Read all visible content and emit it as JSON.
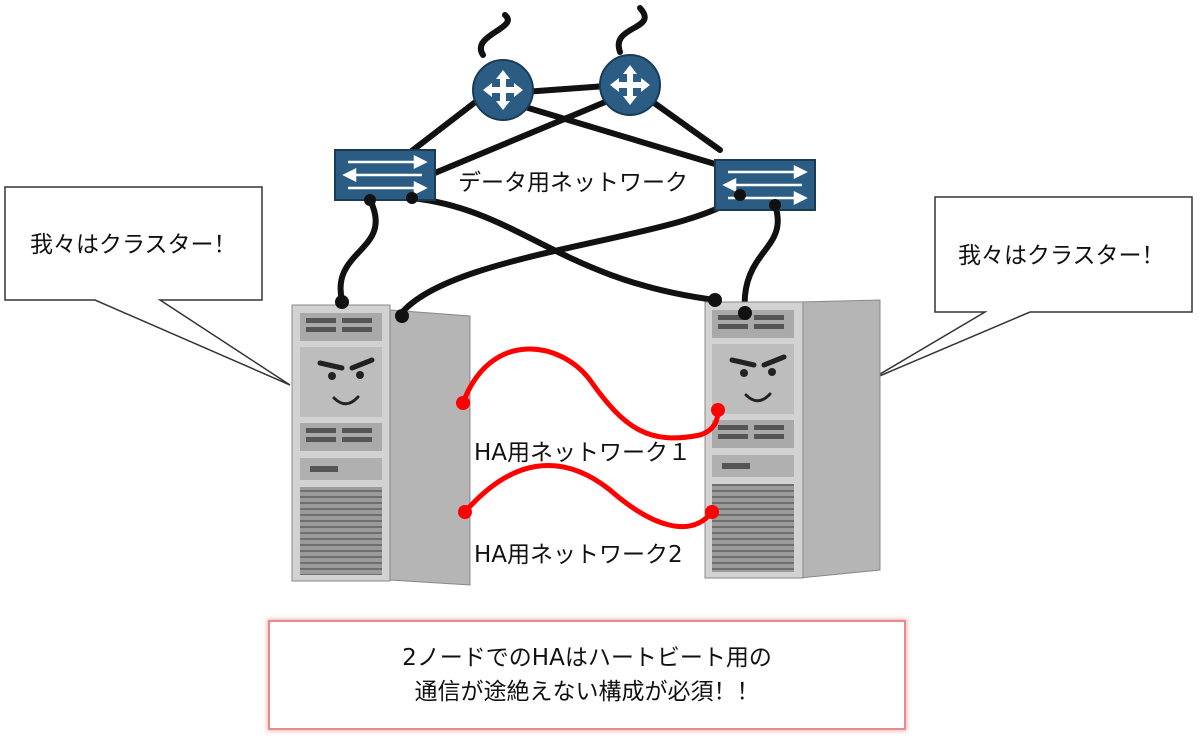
{
  "labels": {
    "data_network": "データ用ネットワーク",
    "ha_network_1": "HA用ネットワーク１",
    "ha_network_2": "HA用ネットワーク2"
  },
  "speech": {
    "left": "我々はクラスター！",
    "right": "我々はクラスター！"
  },
  "note": {
    "line1": "2ノードでのHAはハートビート用の",
    "line2": "通信が途絶えない構成が必須！！"
  },
  "colors": {
    "router": "#2b5d84",
    "switch": "#2b5d84",
    "data_cable": "#111111",
    "ha_cable": "#ff0000",
    "server": "#c8c8c8",
    "note_border": "#e88a8a"
  },
  "icons": [
    "router-icon",
    "switch-icon",
    "server-icon"
  ]
}
